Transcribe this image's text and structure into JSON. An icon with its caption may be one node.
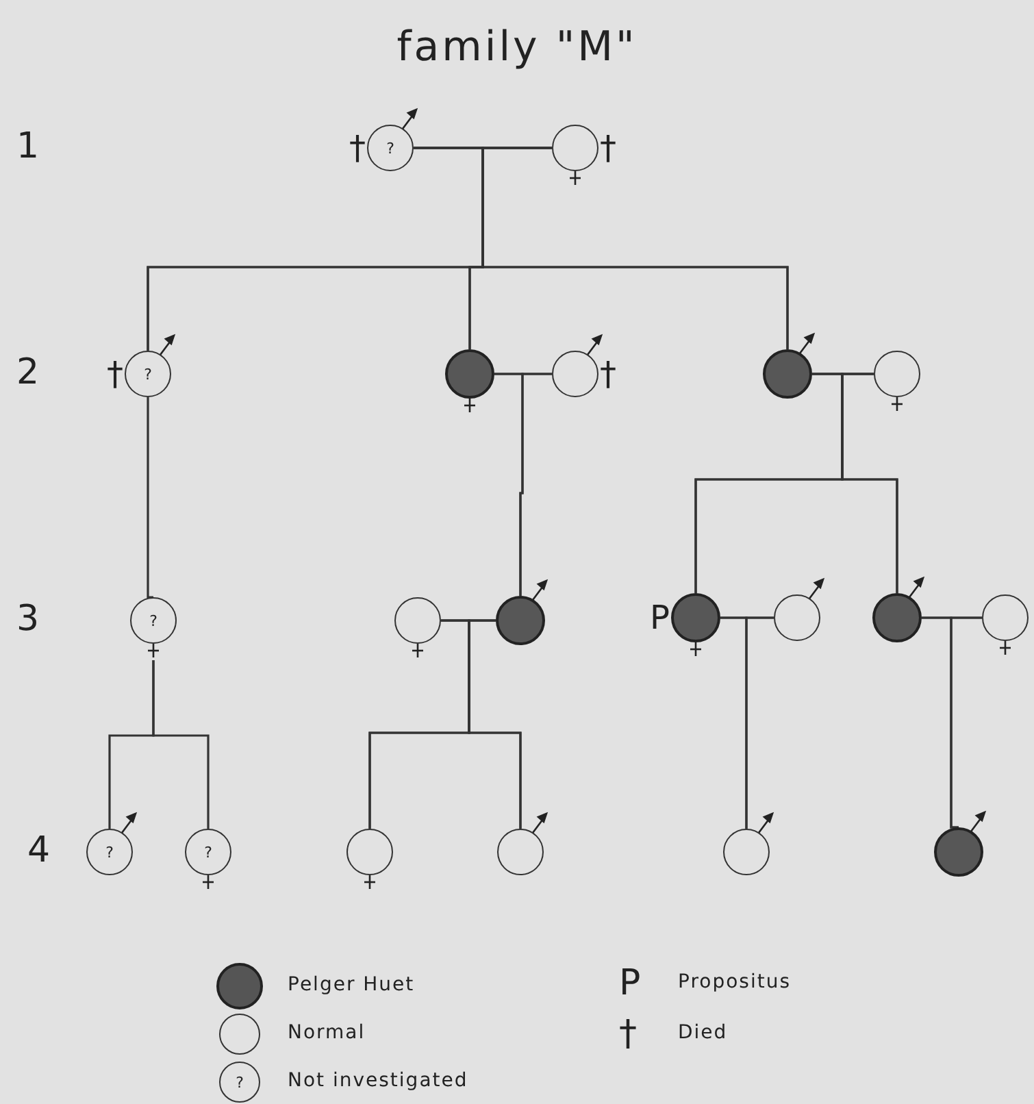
{
  "diagram": {
    "title": "family \"M\"",
    "nodes": [
      {
        "text": [
          "?"
        ],
        "beside": [
          "†"
        ]
      },
      {
        "text": [],
        "shape": "circle",
        "beside": [
          "†"
        ]
      },
      {
        "text": [
          "?"
        ],
        "beside": [
          "†"
        ]
      },
      {
        "text": [],
        "shape": "circle"
      },
      {
        "text": [],
        "shape": "circle",
        "beside": [
          "†"
        ]
      },
      {
        "text": [],
        "shape": "circle"
      },
      {
        "text": [],
        "shape": "circle"
      },
      {
        "text": [
          "?"
        ]
      },
      {
        "text": [],
        "shape": "circle"
      },
      {
        "text": [],
        "shape": "circle"
      },
      {
        "text": [],
        "shape": "circle",
        "beside": [
          "P"
        ]
      },
      {
        "text": [],
        "shape": "circle"
      },
      {
        "text": [],
        "shape": "circle"
      },
      {
        "text": [],
        "shape": "circle"
      },
      {
        "text": [
          "?"
        ]
      },
      {
        "text": [
          "?"
        ]
      },
      {
        "text": [],
        "shape": "circle"
      },
      {
        "text": [],
        "shape": "circle"
      },
      {
        "text": [],
        "shape": "circle"
      },
      {
        "text": [],
        "shape": "circle"
      }
    ],
    "edges": [
      {
        "from": 0,
        "to": 1,
        "arrow": "none"
      },
      {
        "from": 3,
        "to": 4,
        "arrow": "none"
      },
      {
        "from": 5,
        "to": 6,
        "arrow": "none"
      },
      {
        "from": 8,
        "to": 9,
        "arrow": "none"
      },
      {
        "from": 10,
        "to": 11,
        "arrow": "none"
      },
      {
        "from": 12,
        "to": 13,
        "arrow": "none"
      },
      {
        "from": 0,
        "to": 2,
        "arrow": "none"
      },
      {
        "from": 1,
        "to": 2,
        "arrow": "none"
      },
      {
        "from": 0,
        "to": 3,
        "arrow": "none"
      },
      {
        "from": 1,
        "to": 3,
        "arrow": "none"
      },
      {
        "from": 0,
        "to": 5,
        "arrow": "none"
      },
      {
        "from": 1,
        "to": 5,
        "arrow": "none"
      },
      {
        "from": 3,
        "to": 9,
        "arrow": "none"
      },
      {
        "from": 4,
        "to": 9,
        "arrow": "none"
      },
      {
        "from": 5,
        "to": 10,
        "arrow": "none"
      },
      {
        "from": 6,
        "to": 10,
        "arrow": "none"
      },
      {
        "from": 5,
        "to": 12,
        "arrow": "none"
      },
      {
        "from": 6,
        "to": 12,
        "arrow": "none"
      },
      {
        "from": 2,
        "to": 7,
        "arrow": "none"
      },
      {
        "from": 7,
        "to": 14,
        "arrow": "none"
      },
      {
        "from": 7,
        "to": 15,
        "arrow": "none"
      },
      {
        "from": 8,
        "to": 16,
        "arrow": "none"
      },
      {
        "from": 9,
        "to": 16,
        "arrow": "none"
      },
      {
        "from": 8,
        "to": 17,
        "arrow": "none"
      },
      {
        "from": 9,
        "to": 17,
        "arrow": "none"
      },
      {
        "from": 10,
        "to": 18,
        "arrow": "none"
      },
      {
        "from": 11,
        "to": 18,
        "arrow": "none"
      },
      {
        "from": 12,
        "to": 19,
        "arrow": "none"
      },
      {
        "from": 13,
        "to": 19,
        "arrow": "none"
      }
    ],
    "labels": [
      "1",
      "2",
      "3",
      "4",
      "?",
      "P",
      "†"
    ],
    "legend": [
      {
        "text": "Pelger Huet",
        "color": "#555555"
      },
      {
        "text": "Normal"
      },
      {
        "text": "Not investigated"
      },
      {
        "text": "Propositus"
      },
      {
        "text": "Died"
      }
    ]
  }
}
